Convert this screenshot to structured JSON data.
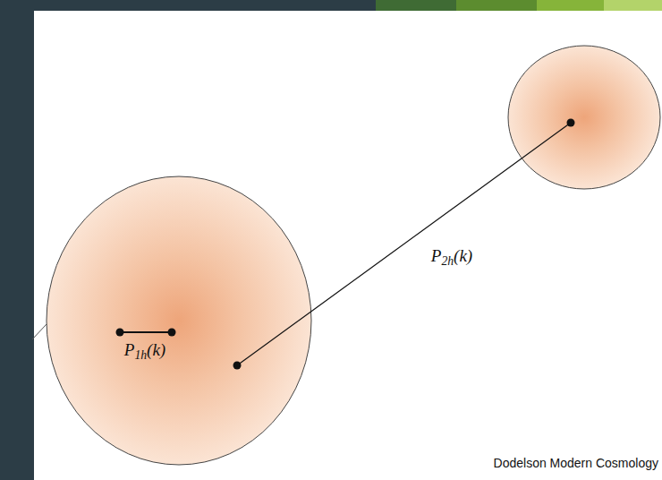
{
  "diagram": {
    "labels": [
      "P1h(k)",
      "P2h(k)",
      "Dodelson Modern Cosmology"
    ]
  }
}
